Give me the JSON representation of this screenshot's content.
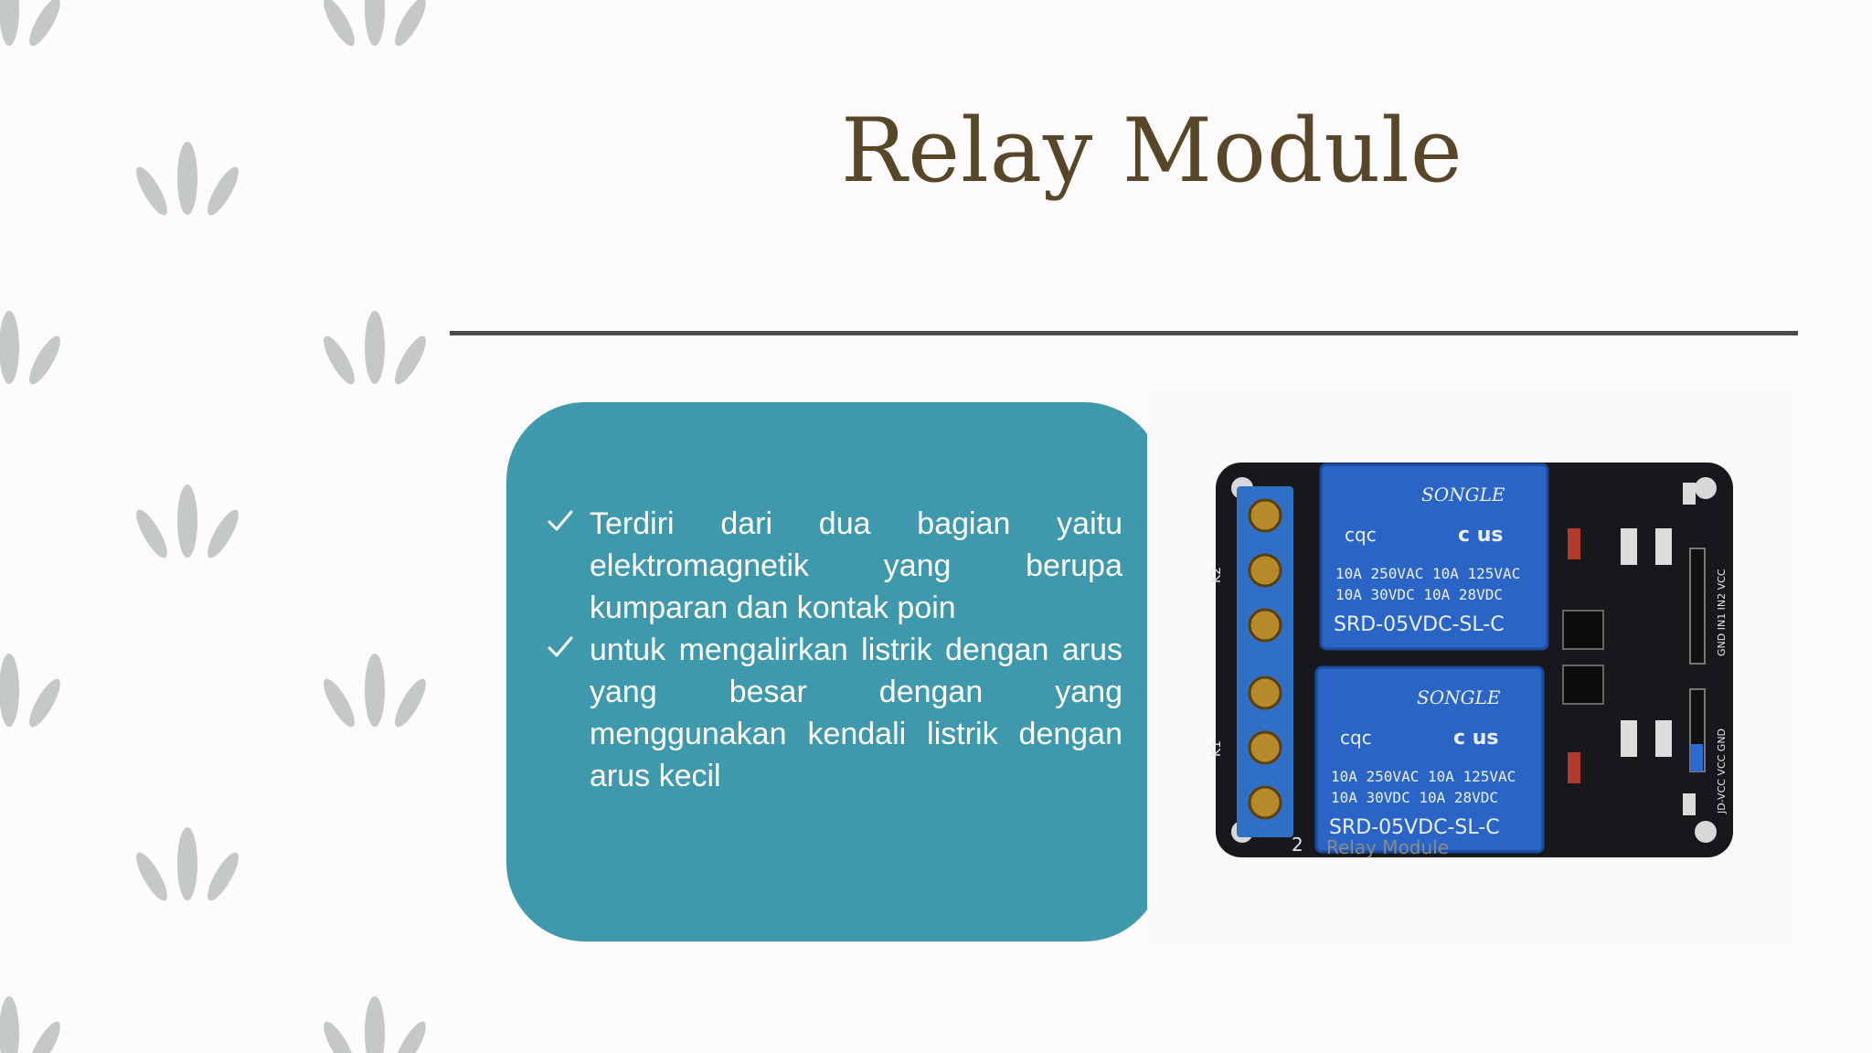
{
  "slide": {
    "title": "Relay Module",
    "bullets": [
      "Terdiri dari dua bagian yaitu elektromagnetik yang berupa kumparan dan kontak poin",
      "untuk mengalirkan listrik dengan arus yang besar dengan yang menggunakan kendali listrik dengan arus kecil"
    ],
    "accent_color": "#3f99ac",
    "title_color": "#574628",
    "bullet_icon": "checkmark-icon",
    "decoration_icon": "leaf-icon"
  },
  "image": {
    "relays": [
      {
        "brand": "SONGLE",
        "cert_left": "cqc",
        "cert_right": "c us",
        "rating_line1": "10A 250VAC  10A 125VAC",
        "rating_line2": "10A 30VDC  10A 28VDC",
        "model": "SRD-05VDC-SL-C"
      },
      {
        "brand": "SONGLE",
        "cert_left": "cqc",
        "cert_right": "c us",
        "rating_line1": "10A 250VAC  10A 125VAC",
        "rating_line2": "10A 30VDC  10A 28VDC",
        "model": "SRD-05VDC-SL-C"
      }
    ],
    "board_labels": {
      "k2": "K2",
      "k1": "K1",
      "header_top": "GND IN1 IN2 VCC",
      "header_bottom": "JD-VCC VCC GND",
      "channel_count": "2",
      "caption": "Relay Module"
    }
  }
}
